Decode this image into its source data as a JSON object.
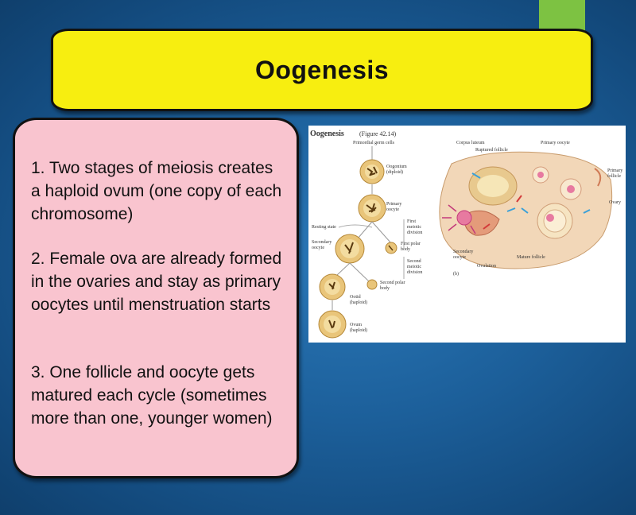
{
  "title": "Oogenesis",
  "points": [
    "1.  Two stages of meiosis creates a haploid ovum (one copy of each chromosome)",
    "2.  Female ova are already formed in the ovaries and stay as primary oocytes until menstruation starts",
    "3. One follicle and oocyte gets matured each cycle (sometimes more than one, younger women)"
  ],
  "figure": {
    "heading": "Oogenesis",
    "ref": "(Figure 42.14)",
    "labels": {
      "primordial": "Primordial germ cells",
      "oogonium": "Oogonium",
      "oogonium_sub": "(diploid)",
      "primary_oocyte": "Primary",
      "primary_oocyte2": "oocyte",
      "resting": "Resting state",
      "first_div": "First",
      "first_div2": "meiotic",
      "first_div3": "division",
      "secondary": "Secondary",
      "secondary2": "oocyte",
      "first_polar": "First polar",
      "first_polar2": "body",
      "second_div": "Second",
      "second_div2": "meiotic",
      "second_div3": "division",
      "second_polar": "Second polar",
      "second_polar2": "body",
      "ootid": "Ootid",
      "ootid2": "(haploid)",
      "ovum": "Ovum",
      "ovum2": "(haploid)",
      "corpus": "Corpus luteum",
      "ruptured": "Ruptured follicle",
      "primary_follicle_top": "Primary oocyte",
      "primary_follicle": "Primary",
      "primary_follicle2": "follicle",
      "ovary": "Ovary",
      "sec_oocyte_r": "Secondary",
      "sec_oocyte_r2": "oocyte",
      "ovulation": "Ovulation",
      "mature": "Mature follicle",
      "panel_b": "(b)"
    }
  }
}
